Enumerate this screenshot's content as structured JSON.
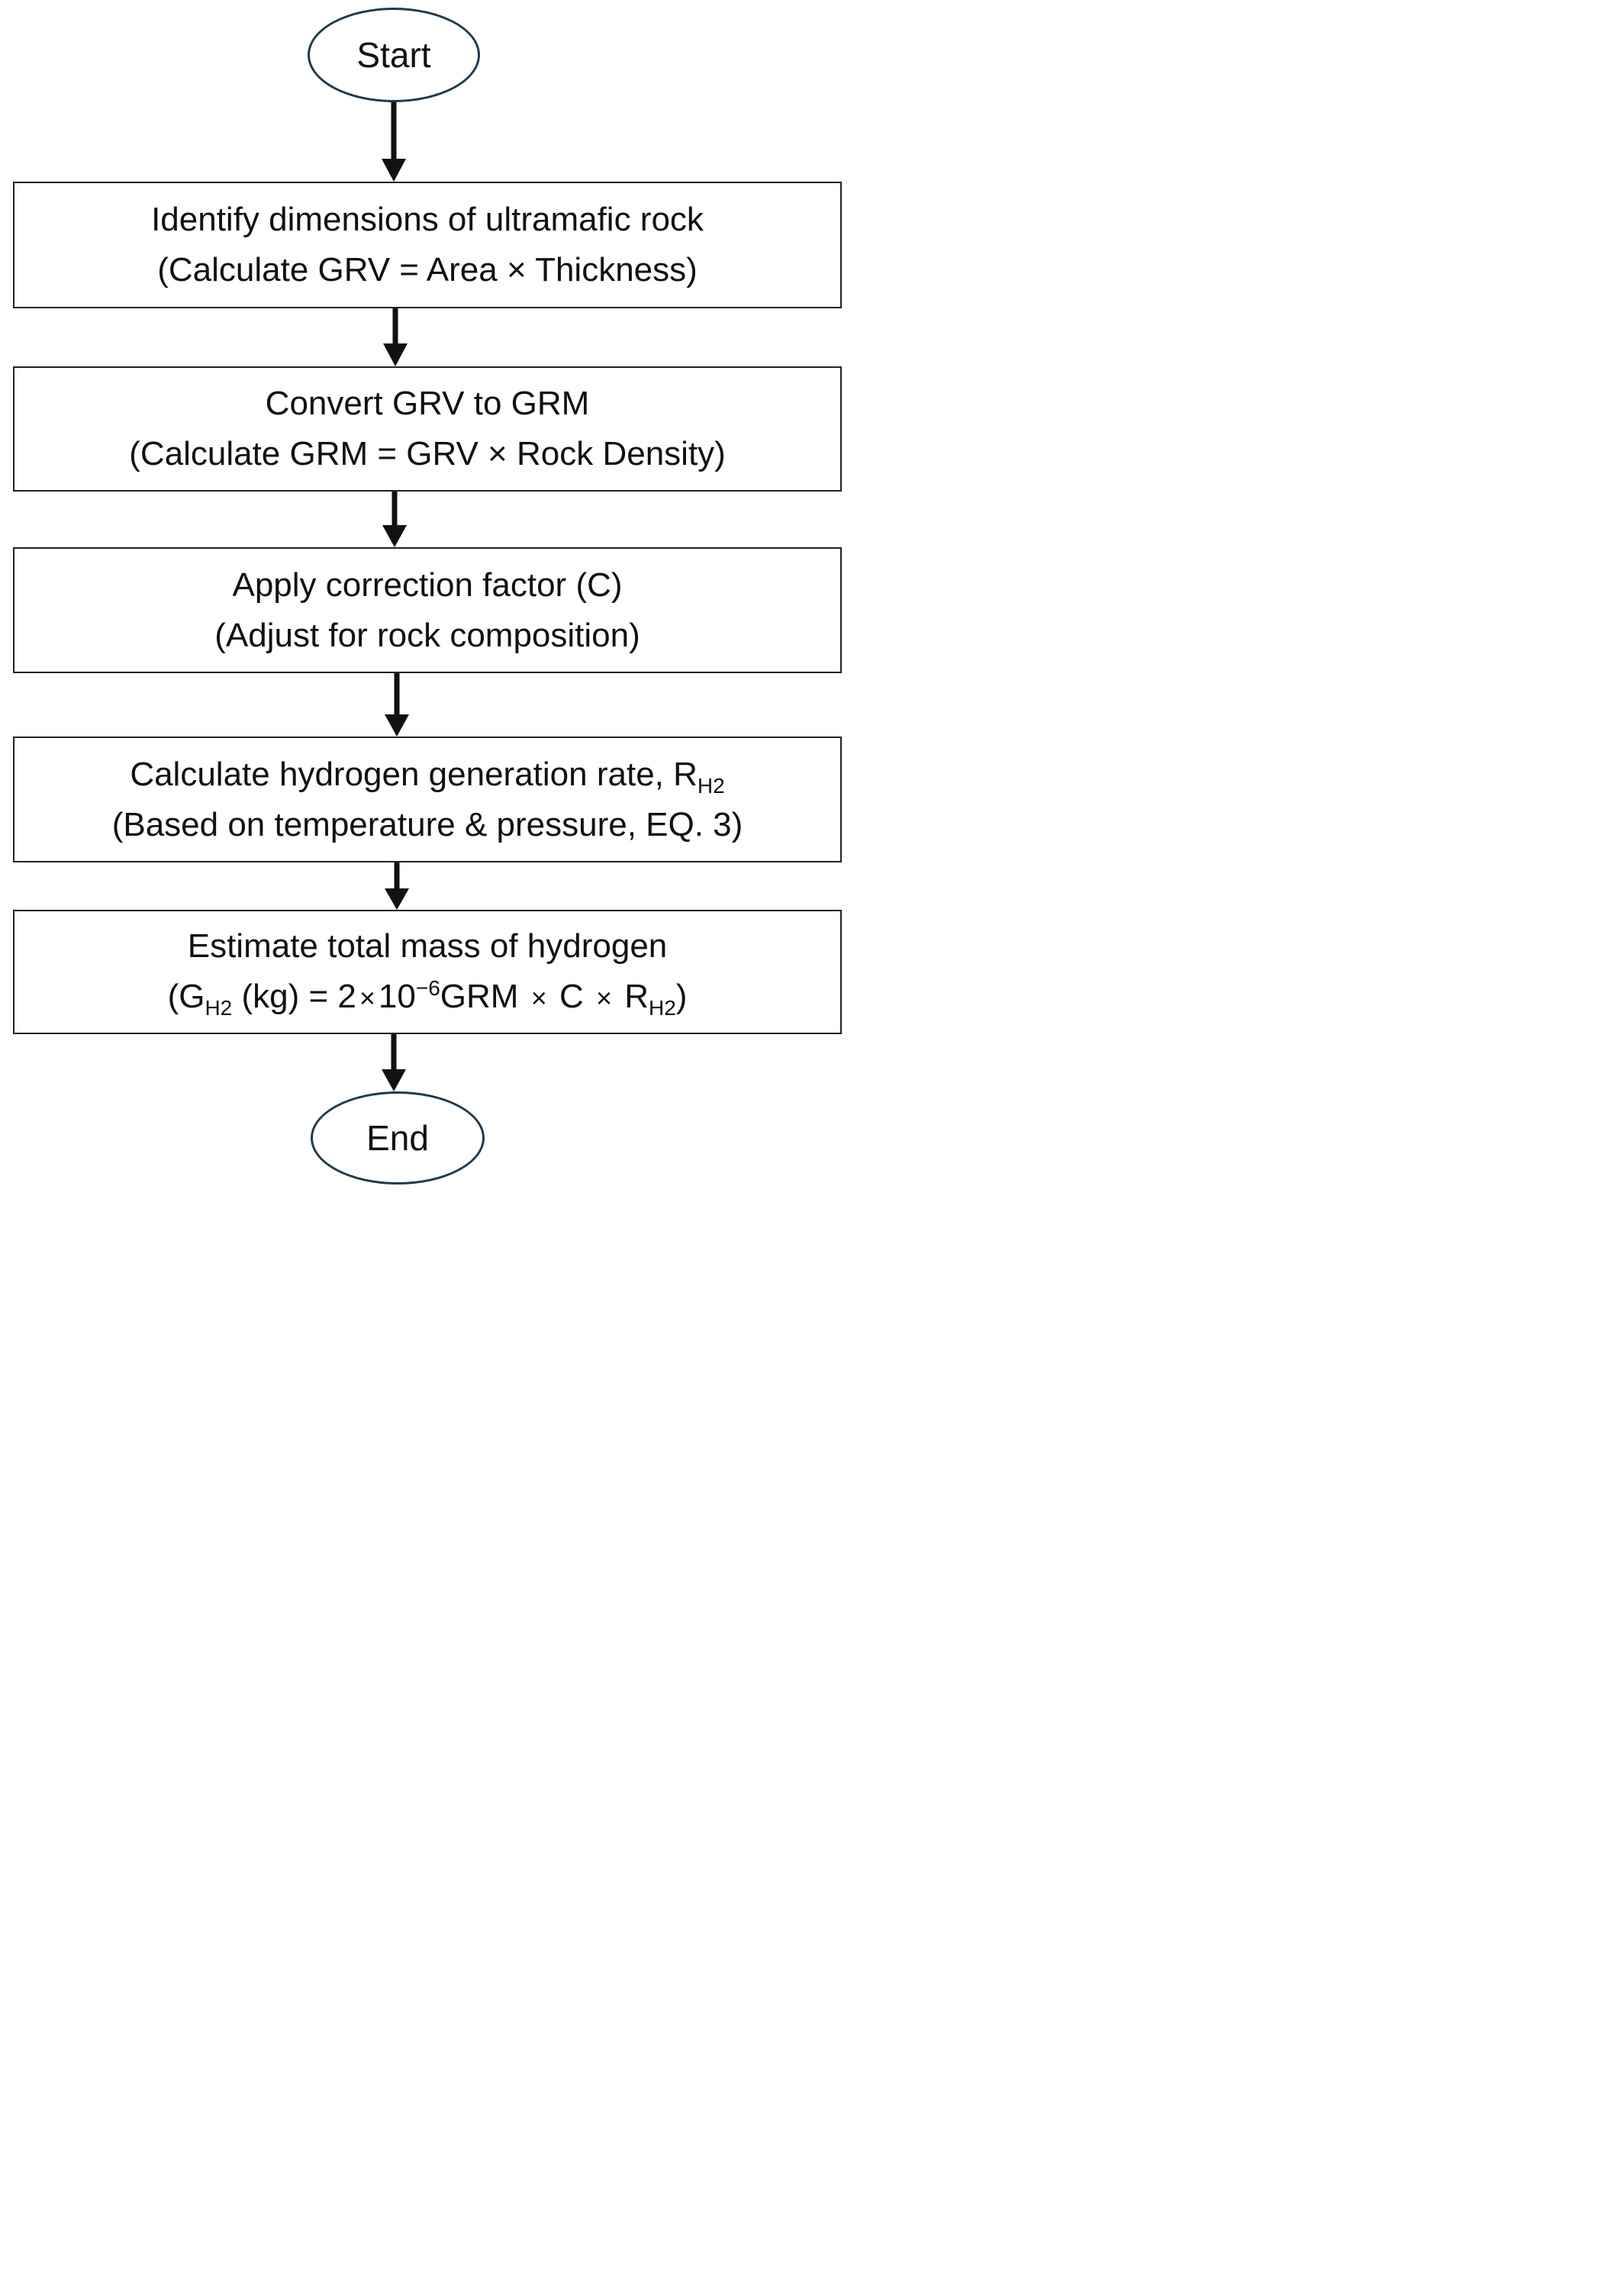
{
  "flowchart": {
    "start_label": "Start",
    "end_label": "End",
    "step1": {
      "line1": "Identify dimensions of ultramafic rock",
      "line2": "(Calculate GRV = Area × Thickness)"
    },
    "step2": {
      "line1": "Convert GRV to GRM",
      "line2": "(Calculate GRM = GRV × Rock Density)"
    },
    "step3": {
      "line1": "Apply correction factor (C)",
      "line2": "(Adjust for rock composition)"
    },
    "step4": {
      "line1_text": "Calculate hydrogen generation rate, R",
      "line1_sub": "H2",
      "line2": "(Based on temperature & pressure, EQ. 3)"
    },
    "step5": {
      "line1": "Estimate total mass of hydrogen",
      "f_open": "(G",
      "f_sub1": "H2",
      "f_mid": " (kg) = 2",
      "f_times1": "×",
      "f_ten": "10",
      "f_exp": "−6",
      "f_grm": "GRM ",
      "f_times2": "×",
      "f_c": " C ",
      "f_times3": "×",
      "f_r": " R",
      "f_sub2": "H2",
      "f_close": ")"
    },
    "colors": {
      "terminal_border": "#1f3a4d",
      "box_border": "#222222",
      "arrow": "#111111"
    }
  }
}
